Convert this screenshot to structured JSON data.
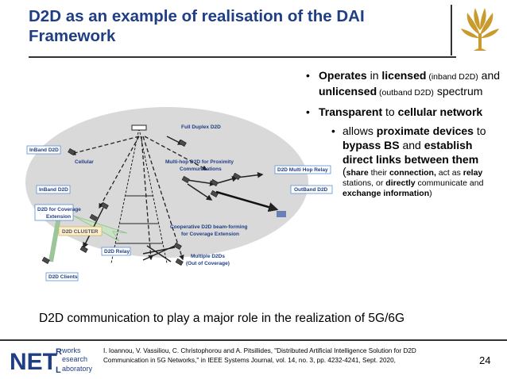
{
  "slide": {
    "title": "D2D as an example of realisation of the DAI Framework",
    "page_number": "24",
    "bottom_statement": "D2D communication to play a major role in the realization of 5G/6G",
    "reference_line1": "I. Ioannou, V. Vassiliou, C. Christophorou and A. Pitsillides, \"Distributed Artificial Intelligence Solution for D2D",
    "reference_line2": "Communication in 5G Networks,\" in IEEE Systems Journal, vol. 14, no. 3, pp. 4232-4241, Sept. 2020,"
  },
  "bullets": {
    "b1_w1": "Operates",
    "b1_w2": " in ",
    "b1_w3": "licensed",
    "b1_w4": " (inband D2D)",
    "b1_w5": " and ",
    "b1_w6": "unlicensed",
    "b1_w7": " (outband D2D)",
    "b1_w8": " spectrum",
    "b2_w1": "Transparent",
    "b2_w2": " to ",
    "b2_w3": "cellular network",
    "sub_w1": "allows ",
    "sub_w2": "proximate devices",
    "sub_w3": " to ",
    "sub_w4": "bypass BS",
    "sub_w5": " and ",
    "sub_w6": "establish direct links between them",
    "sub_w7": "(",
    "sub_w8": "share",
    "sub_w9": " their ",
    "sub_w10": "connection,",
    "sub_w11": " act as ",
    "sub_w12": "relay",
    "sub_w13": " stations, or ",
    "sub_w14": "directly",
    "sub_w15": " communicate and ",
    "sub_w16": "exchange information",
    "sub_w17": ")"
  },
  "diagram": {
    "labels": {
      "full_duplex": "Full Duplex D2D",
      "inband_1": "InBand D2D",
      "cellular": "Cellular",
      "multihop_1": "Multi-hop D2D for Proximity",
      "multihop_2": "Communications",
      "d2d_multihop_relay": "D2D Multi Hop Relay",
      "inband_2": "InBand D2D",
      "outband": "OutBand D2D",
      "coverage_1": "D2D for Coverage",
      "coverage_2": "Extension",
      "cluster": "D2D CLUSTER",
      "coop_1": "Cooperative D2D beam-forming",
      "coop_2": "for Coverage Extension",
      "relay": "D2D Relay",
      "multiple_1": "Multiple D2Ds",
      "multiple_2": "(Out of Coverage)",
      "clients": "D2D Clients"
    }
  },
  "logos": {
    "netrl_big": "NET",
    "netrl_r": "R",
    "netrl_l": "L",
    "netrl_works": "works",
    "netrl_esearch": "esearch",
    "netrl_aboratory": "aboratory"
  },
  "colors": {
    "title": "#1f3e84",
    "label_blue": "#1f3e84",
    "label_border": "#5b8ed6",
    "cluster_fill": "#fcefd0",
    "ellipse": "#d9d9d9",
    "netrl": "#1f3e84",
    "tree_gold": "#c99a2e"
  }
}
